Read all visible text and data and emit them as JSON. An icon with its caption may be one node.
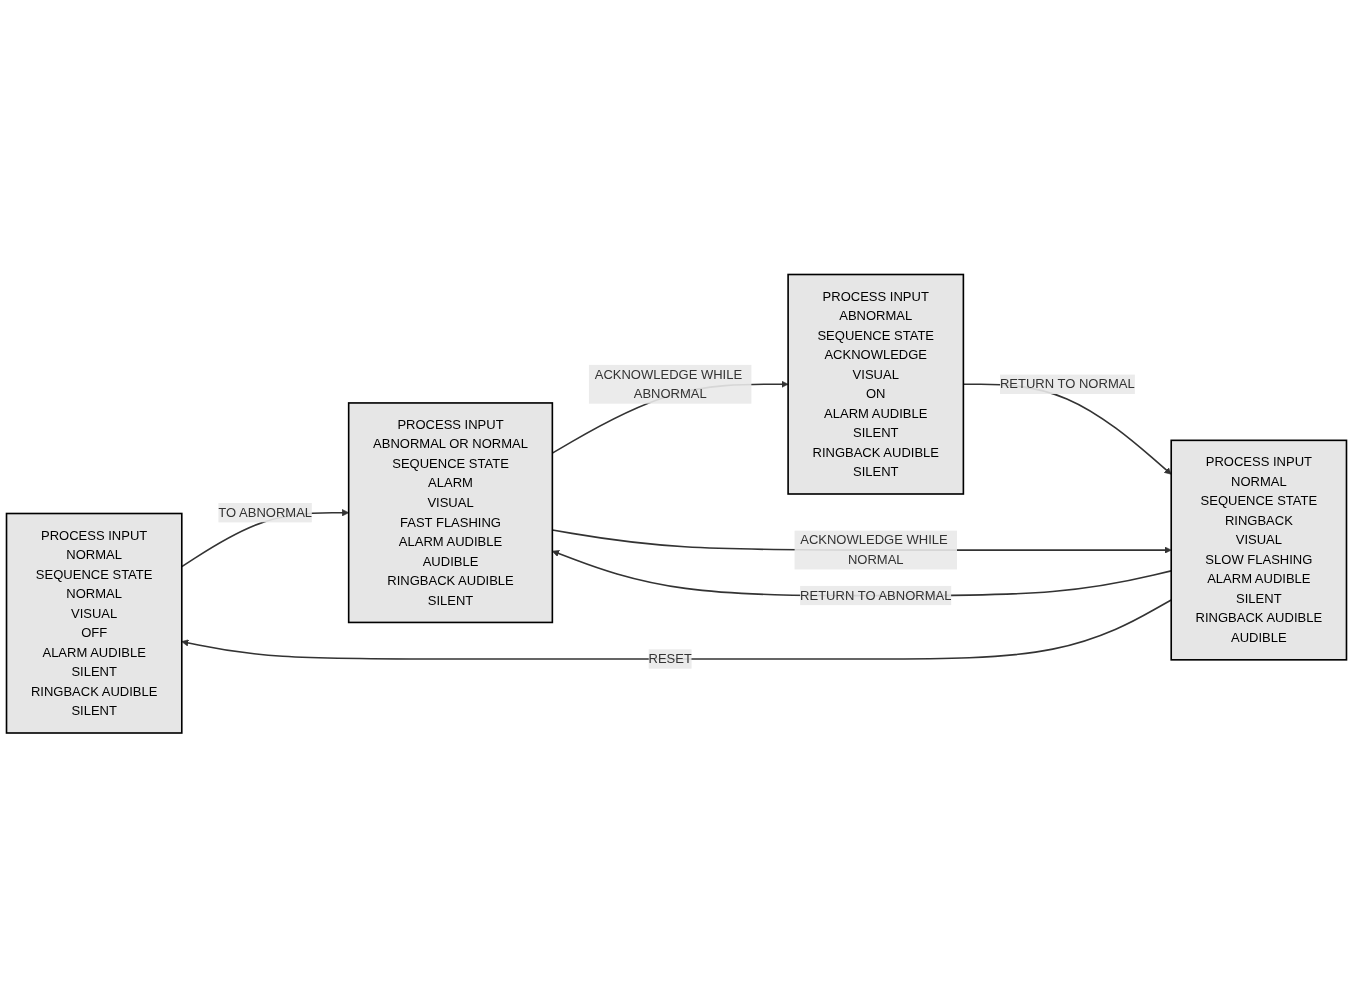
{
  "diagram": {
    "nodes": [
      {
        "text": [
          "PROCESS INPUT",
          "NORMAL",
          "SEQUENCE STATE",
          "NORMAL",
          "VISUAL",
          "OFF",
          "ALARM AUDIBLE",
          "SILENT",
          "RINGBACK AUDIBLE",
          "SILENT"
        ]
      },
      {
        "text": [
          "PROCESS INPUT",
          "NORMAL",
          "SEQUENCE STATE",
          "RINGBACK",
          "VISUAL",
          "SLOW FLASHING",
          "ALARM AUDIBLE",
          "SILENT",
          "RINGBACK AUDIBLE",
          "AUDIBLE"
        ]
      },
      {
        "text": [
          "PROCESS INPUT",
          "ABNORMAL OR NORMAL",
          "SEQUENCE STATE",
          "ALARM",
          "VISUAL",
          "FAST FLASHING",
          "ALARM AUDIBLE",
          "AUDIBLE",
          "RINGBACK AUDIBLE",
          "SILENT"
        ]
      },
      {
        "text": [
          "PROCESS INPUT",
          "ABNORMAL",
          "SEQUENCE STATE",
          "ACKNOWLEDGE",
          "VISUAL",
          "ON",
          "ALARM AUDIBLE",
          "SILENT",
          "RINGBACK AUDIBLE",
          "SILENT"
        ]
      }
    ],
    "edges": [
      {
        "from": 0,
        "to": 2,
        "arrow": "to",
        "label": "TO ABNORMAL"
      },
      {
        "from": 2,
        "to": 3,
        "arrow": "to",
        "label": "ACKNOWLEDGE WHILE ABNORMAL"
      },
      {
        "from": 3,
        "to": 1,
        "arrow": "to",
        "label": "RETURN TO NORMAL"
      },
      {
        "from": 1,
        "to": 0,
        "arrow": "to",
        "label": "RESET"
      },
      {
        "from": 2,
        "to": 1,
        "arrow": "to",
        "label": "ACKNOWLEDGE WHILE NORMAL"
      },
      {
        "from": 1,
        "to": 2,
        "arrow": "to",
        "label": "RETURN TO ABNORMAL"
      }
    ]
  }
}
